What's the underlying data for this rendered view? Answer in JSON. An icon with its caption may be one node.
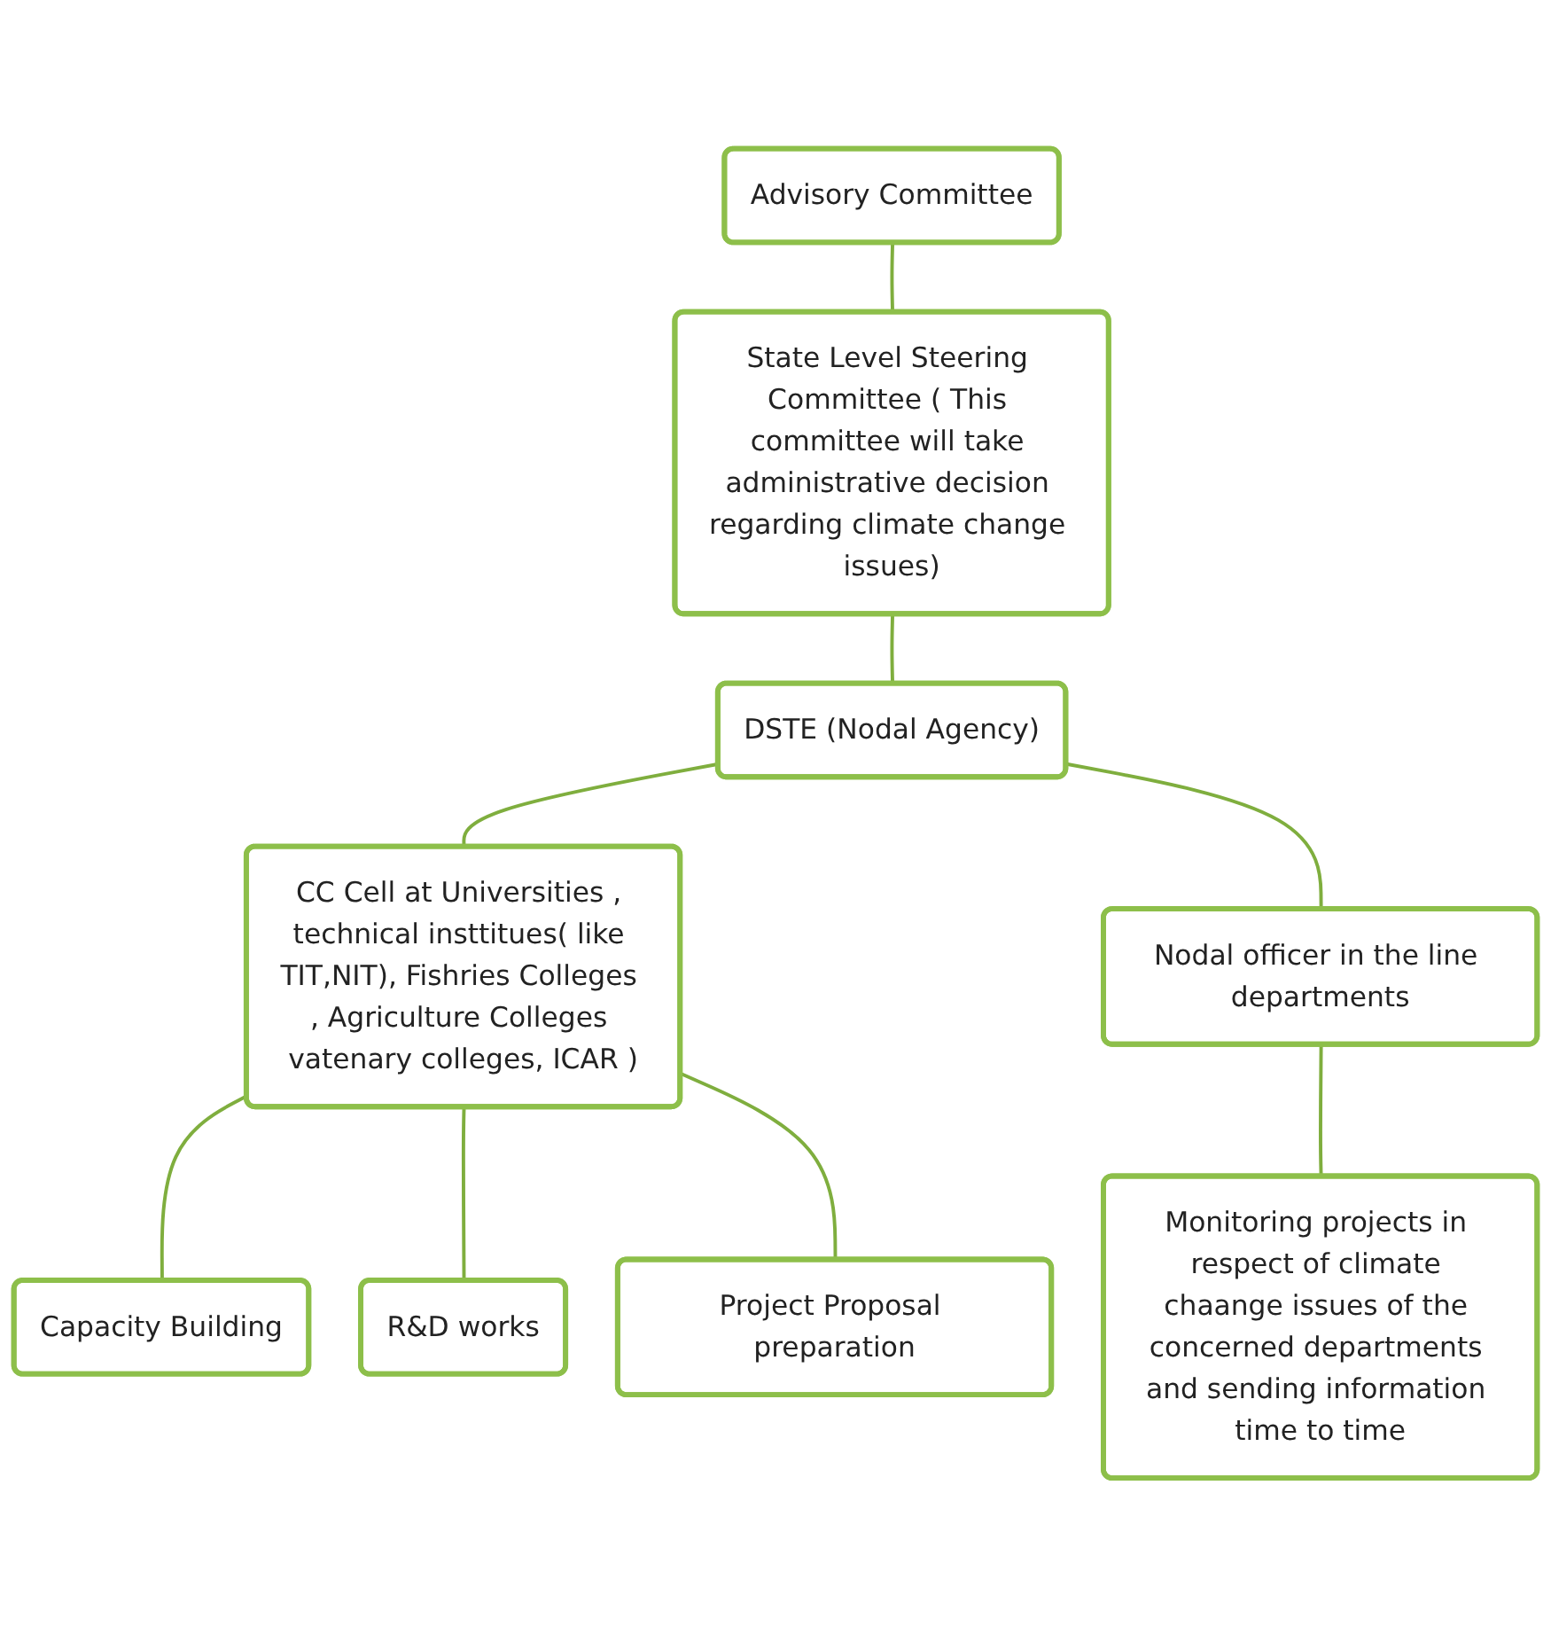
{
  "diagram": {
    "nodes": [
      {
        "text": [
          "Advisory Committee"
        ]
      },
      {
        "text": [
          "State Level Steering Committee ( This committee will take administrative decision regarding climate change issues)"
        ]
      },
      {
        "text": [
          "DSTE (Nodal Agency)"
        ]
      },
      {
        "text": [
          "CC Cell at Universities , technical insttitues( like TIT,NIT), Fishries Colleges , Agriculture Colleges vatenary colleges, ICAR )"
        ]
      },
      {
        "text": [
          "Nodal officer in the line departments"
        ]
      },
      {
        "text": [
          "Capacity Building"
        ]
      },
      {
        "text": [
          "R&D works"
        ]
      },
      {
        "text": [
          "Project Proposal preparation"
        ]
      },
      {
        "text": [
          "Monitoring projects in respect of climate chaange issues of the concerned departments and sending information time to time"
        ]
      }
    ],
    "edges": [
      {
        "from": 0,
        "to": 1,
        "arrow": "none"
      },
      {
        "from": 1,
        "to": 2,
        "arrow": "none"
      },
      {
        "from": 2,
        "to": 3,
        "arrow": "none"
      },
      {
        "from": 2,
        "to": 4,
        "arrow": "none"
      },
      {
        "from": 3,
        "to": 5,
        "arrow": "none"
      },
      {
        "from": 3,
        "to": 6,
        "arrow": "none"
      },
      {
        "from": 3,
        "to": 7,
        "arrow": "none"
      },
      {
        "from": 4,
        "to": 8,
        "arrow": "none"
      }
    ]
  }
}
